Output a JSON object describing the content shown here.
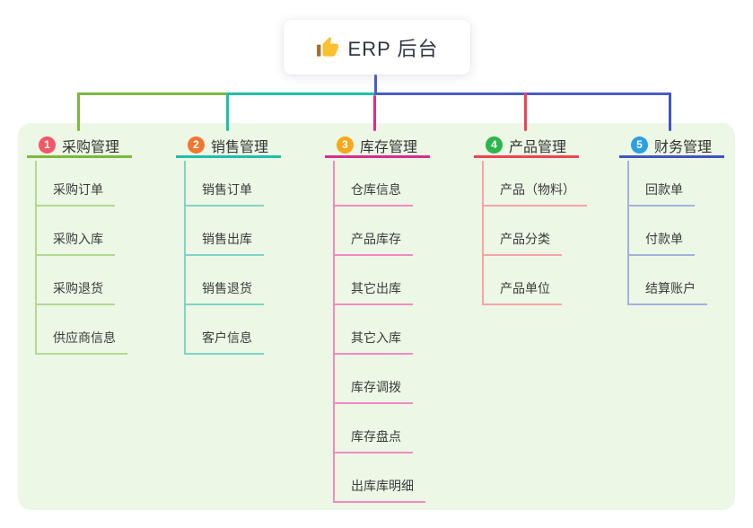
{
  "root": {
    "label": "ERP 后台",
    "icon": "thumbs-up-icon"
  },
  "branches": [
    {
      "index": "1",
      "label": "采购管理",
      "badge_color": "#f25767",
      "line_color": "#7cb93f",
      "child_line_color": "#b2d98f",
      "children": [
        "采购订单",
        "采购入库",
        "采购退货",
        "供应商信息"
      ]
    },
    {
      "index": "2",
      "label": "销售管理",
      "badge_color": "#ef7733",
      "line_color": "#1fbfa9",
      "child_line_color": "#7fd4c6",
      "children": [
        "销售订单",
        "销售出库",
        "销售退货",
        "客户信息"
      ]
    },
    {
      "index": "3",
      "label": "库存管理",
      "badge_color": "#f7a81b",
      "line_color": "#d62f8d",
      "child_line_color": "#f08ac2",
      "children": [
        "仓库信息",
        "产品库存",
        "其它出库",
        "其它入库",
        "库存调拨",
        "库存盘点",
        "出库库明细"
      ]
    },
    {
      "index": "4",
      "label": "产品管理",
      "badge_color": "#2cb54b",
      "line_color": "#ef4450",
      "child_line_color": "#f8a2a6",
      "children": [
        "产品（物料）",
        "产品分类",
        "产品单位"
      ]
    },
    {
      "index": "5",
      "label": "财务管理",
      "badge_color": "#2ba0e3",
      "line_color": "#3e55c1",
      "child_line_color": "#a2b2dc",
      "children": [
        "回款单",
        "付款单",
        "结算账户"
      ]
    }
  ],
  "colors": {
    "canvas_bg": "#ffffff",
    "panel_bg": "#ecf7e6",
    "stem": "#4a5ec8",
    "thumb_hand": "#fac02e",
    "thumb_cuff": "#a0702a"
  }
}
